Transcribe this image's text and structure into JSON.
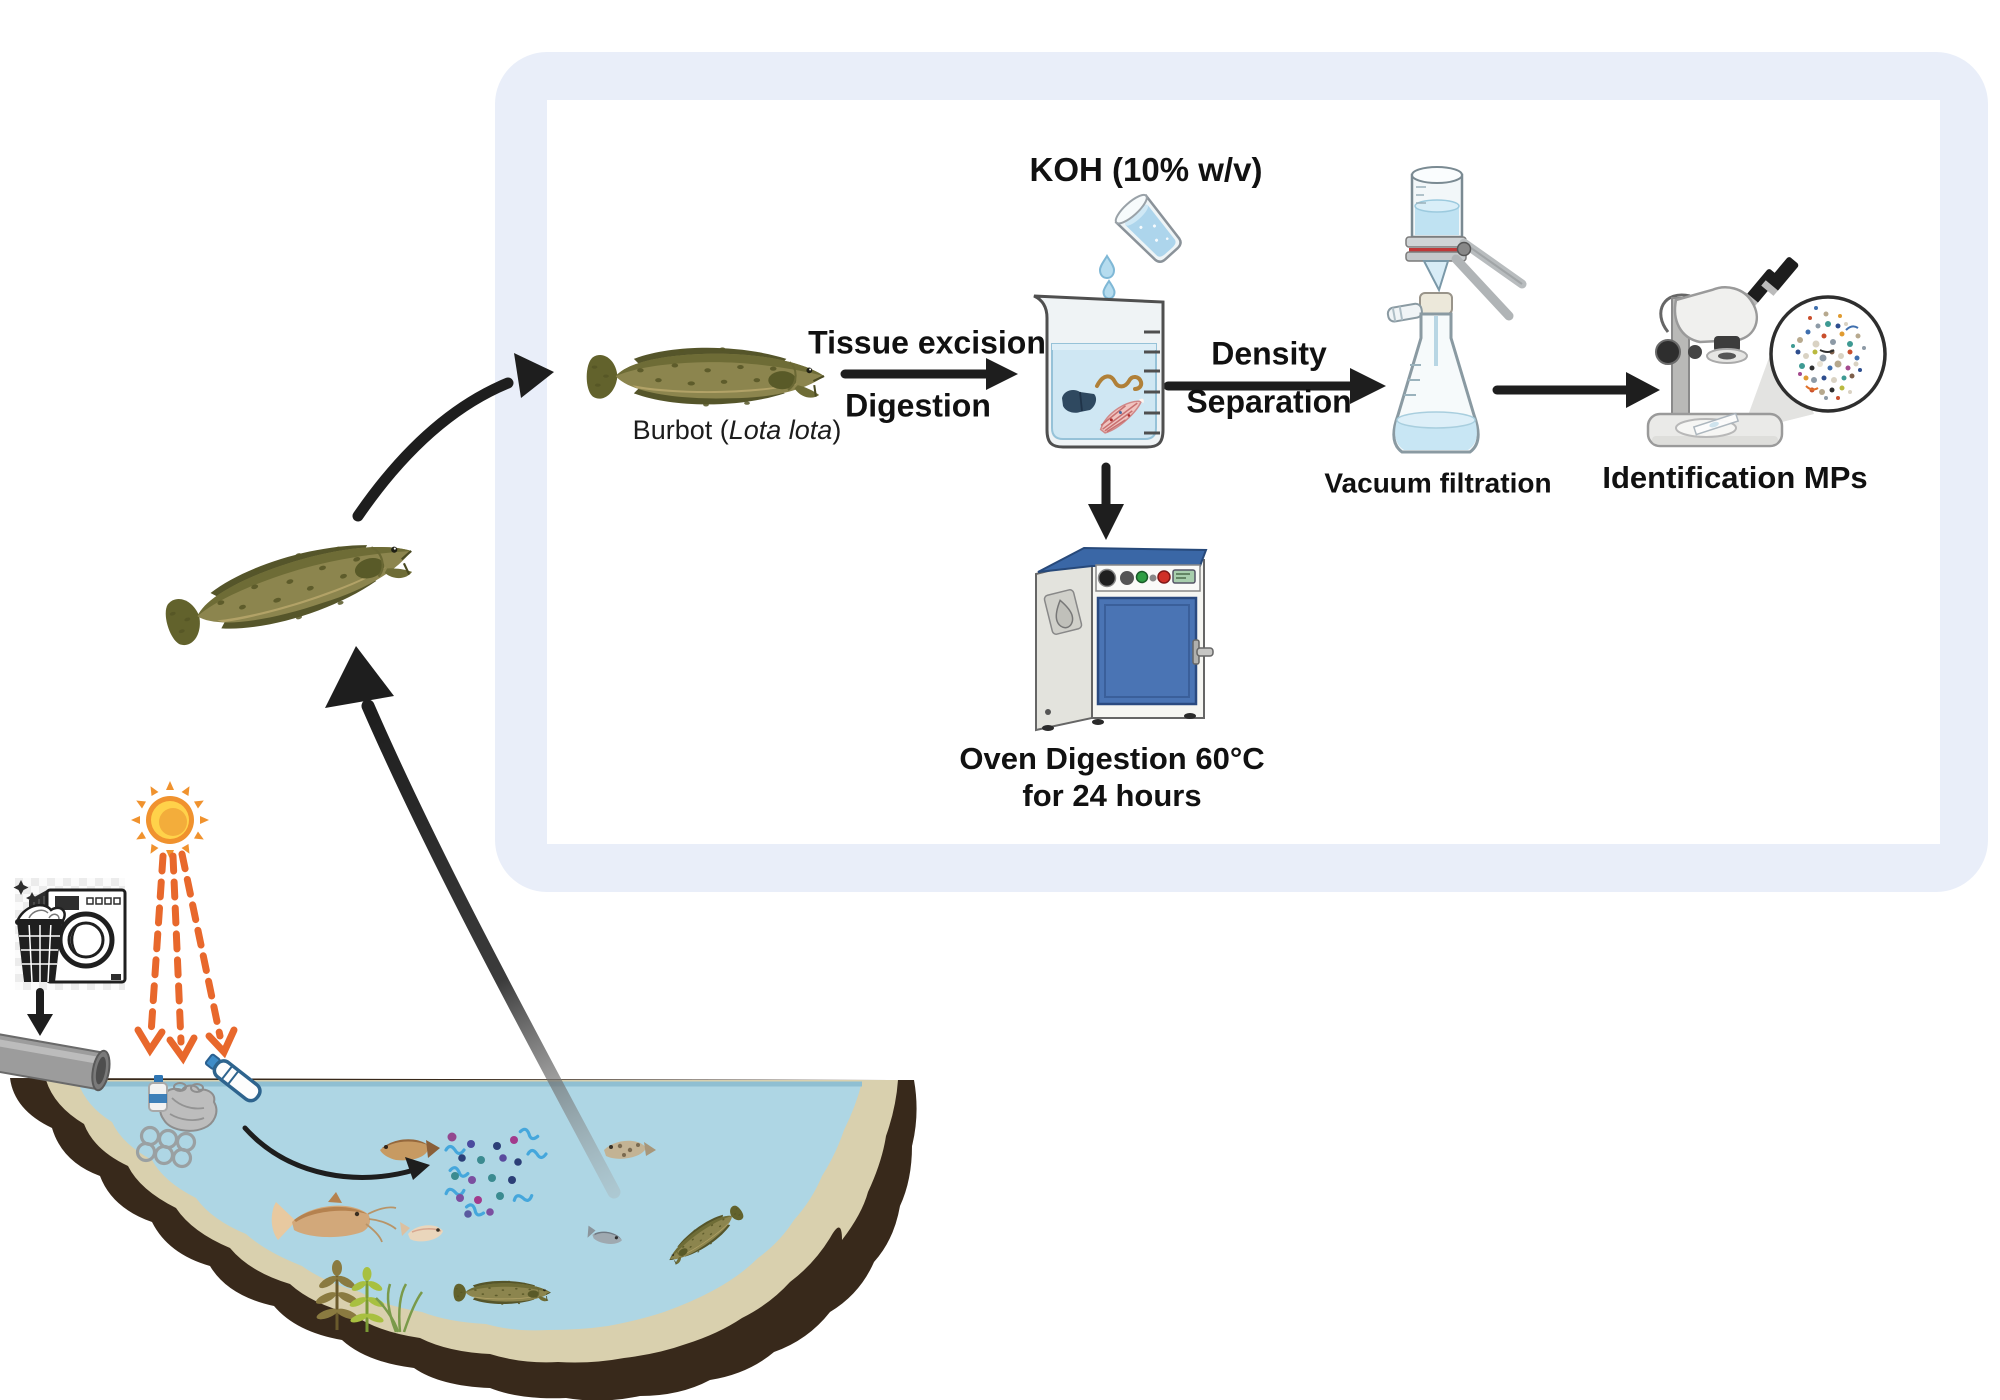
{
  "figure": {
    "labels": {
      "koh": "KOH (10% w/v)",
      "step1_line1": "Tissue excision",
      "step1_line2": "Digestion",
      "fish_prefix": "Burbot (",
      "fish_species": "Lota lota",
      "fish_suffix": ")",
      "step2_line1": "Density",
      "step2_line2": "Separation",
      "vacuum": "Vacuum filtration",
      "identification": "Identification MPs",
      "oven_line1": "Oven Digestion 60°C",
      "oven_line2": "for 24 hours"
    },
    "colors": {
      "panel_bg": "#e9eef9",
      "water": "#aed6e4",
      "sand": "#d9d0ae",
      "shore": "#38291b",
      "arrow": "#1e1e1e",
      "sun_ray": "#e8682c",
      "oven_blue": "#3a67a6",
      "liquid_blue": "#cfe7f3"
    }
  }
}
